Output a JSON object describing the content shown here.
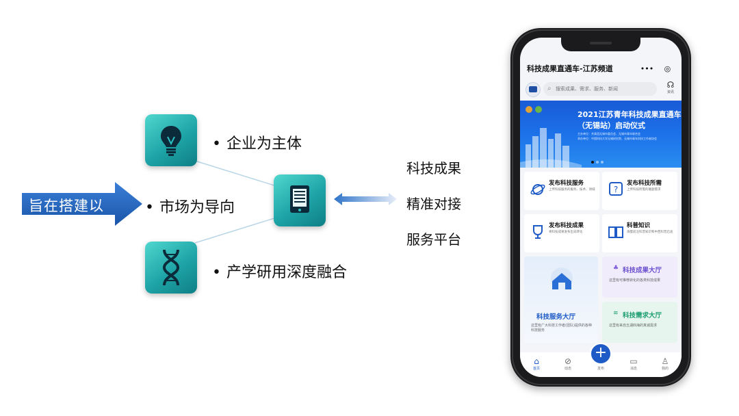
{
  "diagram": {
    "arrow_label": "旨在搭建以",
    "bullets": [
      "企业为主体",
      "市场为导向",
      "产学研用深度融合"
    ],
    "right_labels": [
      "科技成果",
      "精准对接",
      "服务平台"
    ],
    "icons": [
      "lightbulb-icon",
      "document-icon",
      "dna-icon"
    ]
  },
  "phone": {
    "app_title": "科技成果直通车-江苏频道",
    "capsule": {
      "more": "•••",
      "close": "◎"
    },
    "search_placeholder": "搜索成果、需求、服务、新闻",
    "message_label": "资讯",
    "banner": {
      "title_line1": "2021江苏青年科技成果直通车",
      "title_line2": "（无锡站）启动仪式",
      "small_line1": "主办单位：共青团无锡市委员会、无锡市青年联合会",
      "small_line2": "承办单位：中国科技大学无锡研究院、无锡市青年科技工作者协会"
    },
    "cards": [
      {
        "title": "发布科技服务",
        "desc": "上传科技服务的服务、技术、领域"
      },
      {
        "title": "发布科技所需",
        "desc": "上传科技所需的难题需求"
      },
      {
        "title": "发布科技成果",
        "desc": "将科技成果发布出去转化"
      },
      {
        "title": "科普知识",
        "desc": "海量前沿科普知识和中西科普启迪"
      }
    ],
    "service_hall": {
      "title": "科技服务大厅",
      "desc": "这里有广大科技工作者(团队)提供的各种科技服务"
    },
    "results_hall": {
      "title": "科技成果大厅",
      "desc": "这里有可推荐转化的各类科技成果"
    },
    "demand_hall": {
      "title": "科技需求大厅",
      "desc": "这里有来自五湖四海的真诚需求"
    },
    "tabs": [
      {
        "label": "首页",
        "icon": "home-icon"
      },
      {
        "label": "动态",
        "icon": "compass-icon"
      },
      {
        "label": "发布",
        "icon": "plus-icon"
      },
      {
        "label": "消息",
        "icon": "chat-icon"
      },
      {
        "label": "我的",
        "icon": "user-icon"
      }
    ],
    "colors": {
      "primary": "#1e5bc6",
      "teal": "#1ea4a6",
      "banner": "#1b6fe8"
    }
  }
}
